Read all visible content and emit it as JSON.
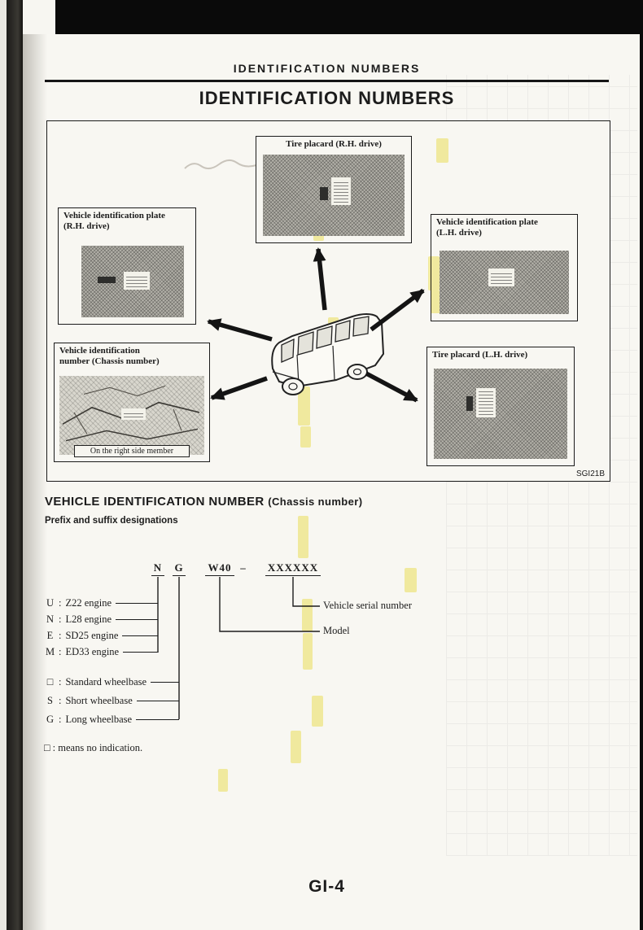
{
  "page": {
    "running_header": "IDENTIFICATION NUMBERS",
    "title": "IDENTIFICATION NUMBERS",
    "footer": "GI-4"
  },
  "figure": {
    "code": "SGI21B",
    "boxes": {
      "tire_placard_rh": {
        "label": "Tire placard (R.H. drive)"
      },
      "vin_plate_rh": {
        "line1": "Vehicle identification plate",
        "line2": "(R.H. drive)"
      },
      "vin_plate_lh": {
        "line1": "Vehicle identification plate",
        "line2": "(L.H. drive)"
      },
      "vin_chassis": {
        "line1": "Vehicle identification",
        "line2": "number (Chassis number)",
        "caption": "On the right side member"
      },
      "tire_placard_lh": {
        "label": "Tire placard (L.H. drive)"
      }
    }
  },
  "section": {
    "heading": "VEHICLE IDENTIFICATION NUMBER",
    "heading_note": "(Chassis number)",
    "subheading": "Prefix and suffix designations"
  },
  "vin_diagram": {
    "separator": ":",
    "code": {
      "engine": "N",
      "wheelbase": "G",
      "model": "W40",
      "dash": "–",
      "serial": "XXXXXX"
    },
    "callout_serial": "Vehicle serial number",
    "callout_model": "Model",
    "engine_codes": [
      {
        "code": "U",
        "label": "Z22 engine"
      },
      {
        "code": "N",
        "label": "L28 engine"
      },
      {
        "code": "E",
        "label": "SD25 engine"
      },
      {
        "code": "M",
        "label": "ED33 engine"
      }
    ],
    "wheelbase_codes": [
      {
        "code": "□",
        "label": "Standard wheelbase"
      },
      {
        "code": "S",
        "label": "Short wheelbase"
      },
      {
        "code": "G",
        "label": "Long wheelbase"
      }
    ],
    "note": "□ :  means no indication."
  },
  "colors": {
    "ink": "#1c1c1c",
    "paper": "#f8f7f2",
    "highlight": "#f1e65f"
  }
}
